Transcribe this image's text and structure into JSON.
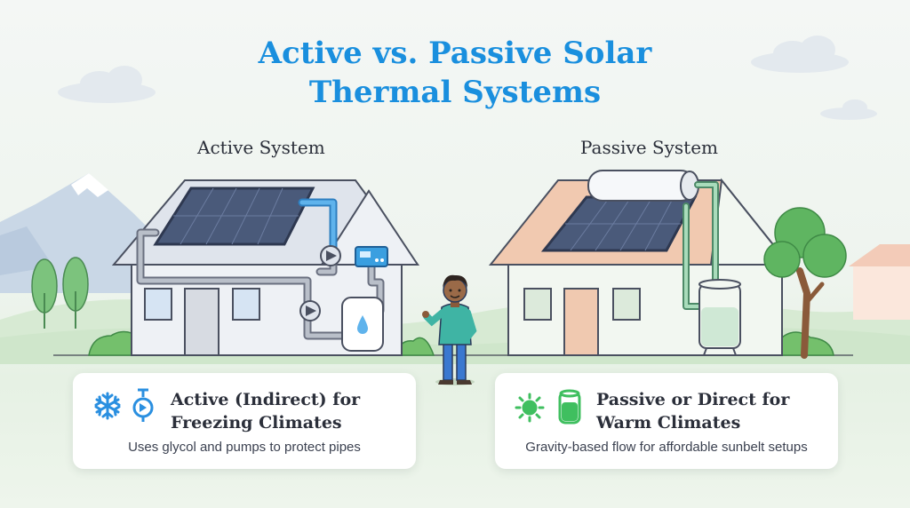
{
  "title": {
    "line1": "Active vs. Passive Solar",
    "line2": "Thermal Systems"
  },
  "colors": {
    "title": "#1a8fde",
    "pipe_active": "#3a9fe0",
    "pipe_passive": "#7cc49a",
    "roof_passive": "#f1c9b0",
    "panel": "#4a5a7a"
  },
  "active": {
    "label": "Active System",
    "card": {
      "heading_line1": "Active (Indirect) for",
      "heading_line2": "Freezing Climates",
      "description": "Uses glycol and pumps to protect pipes",
      "icons": [
        "snowflake-icon",
        "pump-icon"
      ]
    }
  },
  "passive": {
    "label": "Passive System",
    "card": {
      "heading_line1": "Passive or Direct for",
      "heading_line2": "Warm Climates",
      "description": "Gravity-based flow for affordable sunbelt setups",
      "icons": [
        "sun-icon",
        "tank-icon"
      ]
    }
  }
}
